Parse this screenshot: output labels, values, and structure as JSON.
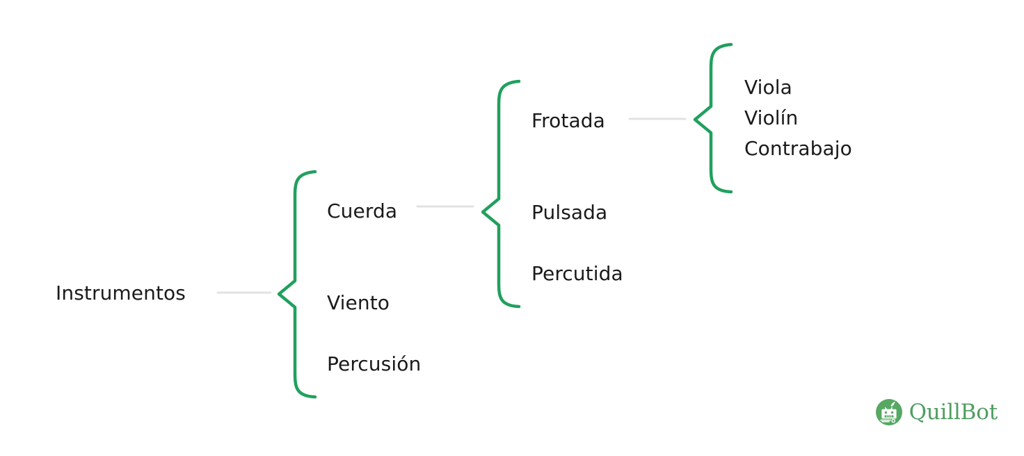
{
  "diagram": {
    "type": "bracket-tree",
    "title": "Instrumentos",
    "orientation": "left-to-right",
    "colors": {
      "brace": "#21a05e",
      "connector": "#e2e2e2",
      "text": "#1a1a1a",
      "background": "#ffffff",
      "watermark_green": "#4f9e61"
    },
    "levels": [
      {
        "level": 0,
        "items": [
          {
            "id": "instrumentos",
            "label": "Instrumentos"
          }
        ]
      },
      {
        "level": 1,
        "parent": "instrumentos",
        "items": [
          {
            "id": "cuerda",
            "label": "Cuerda"
          },
          {
            "id": "viento",
            "label": "Viento"
          },
          {
            "id": "percusion",
            "label": "Percusión"
          }
        ]
      },
      {
        "level": 2,
        "parent": "cuerda",
        "items": [
          {
            "id": "frotada",
            "label": "Frotada"
          },
          {
            "id": "pulsada",
            "label": "Pulsada"
          },
          {
            "id": "percutida",
            "label": "Percutida"
          }
        ]
      },
      {
        "level": 3,
        "parent": "frotada",
        "items": [
          {
            "id": "viola",
            "label": "Viola"
          },
          {
            "id": "violin",
            "label": "Violín"
          },
          {
            "id": "contrabajo",
            "label": "Contrabajo"
          }
        ]
      }
    ]
  },
  "nodes": {
    "instrumentos": "Instrumentos",
    "cuerda": "Cuerda",
    "viento": "Viento",
    "percusion": "Percusión",
    "frotada": "Frotada",
    "pulsada": "Pulsada",
    "percutida": "Percutida",
    "viola": "Viola",
    "violin": "Violín",
    "contrabajo": "Contrabajo"
  },
  "watermark": {
    "brand": "QuillBot",
    "icon": "quillbot-robot-icon"
  }
}
